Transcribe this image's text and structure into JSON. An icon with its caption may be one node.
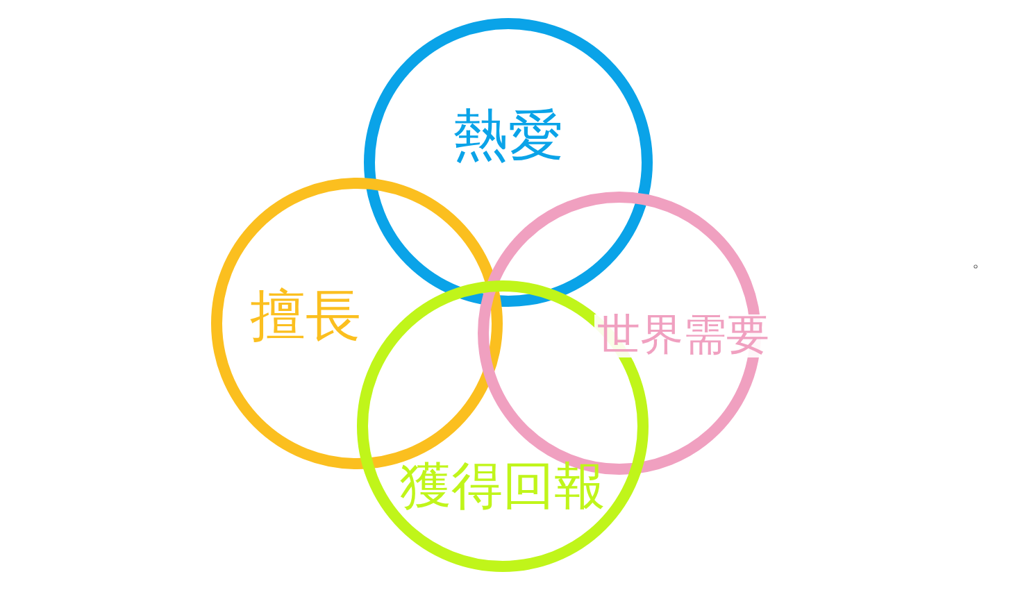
{
  "diagram": {
    "nodes": [
      {
        "text": [
          "熱愛"
        ]
      },
      {
        "text": [
          "擅長"
        ]
      },
      {
        "text": [
          "世界需要"
        ]
      },
      {
        "text": [
          "獲得回報"
        ]
      }
    ],
    "labels": [
      "。"
    ]
  }
}
